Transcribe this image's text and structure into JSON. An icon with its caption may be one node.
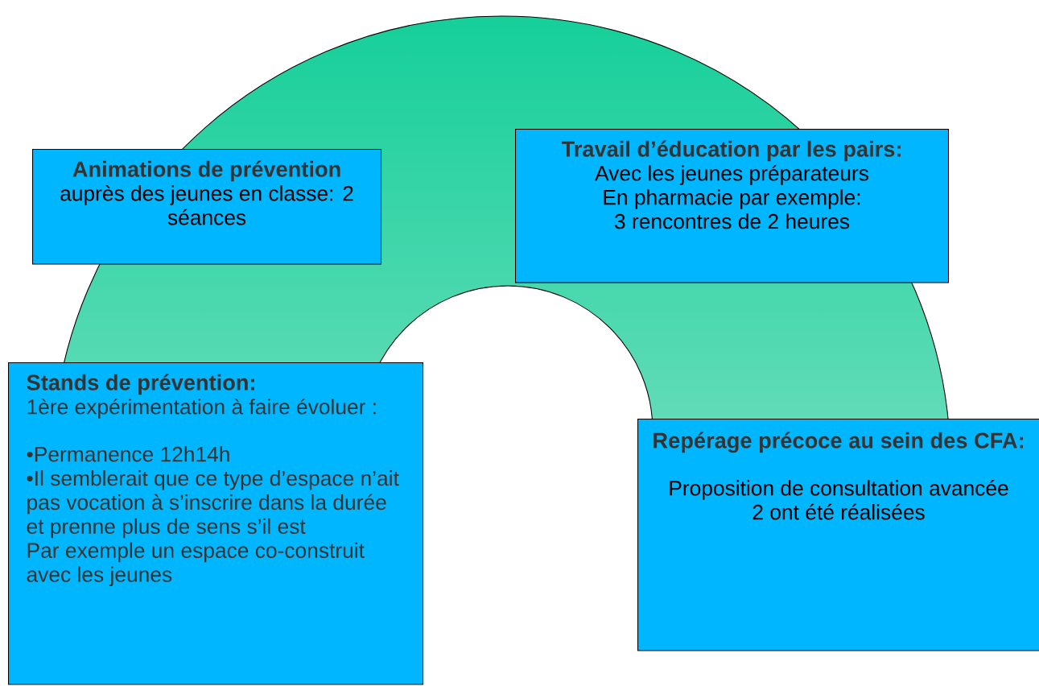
{
  "diagram": {
    "nodes": [
      {
        "text": [
          "Animations de prévention",
          "auprès  des jeunes  en classe: 2 séances"
        ]
      },
      {
        "text": [
          "Travail d’éducation par les pairs:",
          "Avec les jeunes préparateurs",
          "En pharmacie par exemple:",
          "3 rencontres de 2 heures"
        ]
      },
      {
        "text": [
          "Stands de prévention:",
          "1ère expérimentation à faire évoluer :",
          "•Permanence 12h14h",
          "•Il semblerait que ce type d’espace n’ait pas vocation à s’inscrire dans la durée et prenne plus de sens s’il est",
          "Par exemple un espace co-construit avec les jeunes"
        ]
      },
      {
        "text": [
          "Repérage précoce au sein des CFA:",
          "Proposition de consultation avancée",
          "2 ont été réalisées"
        ]
      }
    ]
  }
}
